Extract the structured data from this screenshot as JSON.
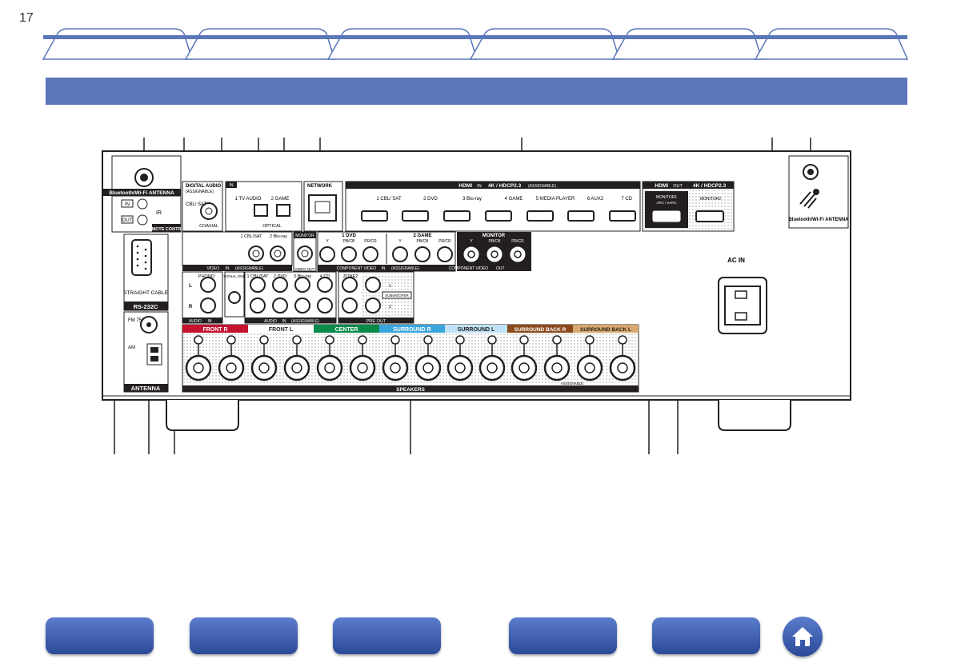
{
  "page": {
    "number": "17"
  },
  "tabs": [
    "",
    "",
    "",
    "",
    "",
    ""
  ],
  "panel": {
    "digital_audio": {
      "title": "DIGITAL AUDIO",
      "sub": "(ASSIGNABLE)",
      "coaxial_label": "CBL/ SAT",
      "coaxial": "COAXIAL",
      "in": "IN",
      "optical1": "1 TV AUDIO",
      "optical2": "2 GAME",
      "optical": "OPTICAL"
    },
    "network": "NETWORK",
    "hdmi_in": {
      "title": "HDMI",
      "in": "IN",
      "spec": "4K / HDCP2.3",
      "assignable": "(ASSIGNABLE)",
      "ports": [
        "1 CBL/ SAT",
        "2 DVD",
        "3 Blu-ray",
        "4 GAME",
        "5 MEDIA PLAYER",
        "6 AUX2",
        "7 CD"
      ]
    },
    "hdmi_out": {
      "title": "HDMI",
      "out": "OUT",
      "spec": "4K / HDCP2.3",
      "monitor1": "MONITOR1",
      "arc": "ARC / eARC",
      "monitor2": "MONITOR2"
    },
    "bt_left": "Bluetooth/Wi-Fi ANTENNA",
    "bt_right": "Bluetooth/Wi-Fi ANTENNA",
    "ir": {
      "in": "IN",
      "out": "OUT",
      "ir": "IR",
      "label": "REMOTE CONTROL"
    },
    "rs232c": {
      "straight": "STRAIGHT CABLE",
      "label": "RS-232C"
    },
    "antenna": {
      "fm": "FM 75Ω",
      "am": "AM",
      "label": "ANTENNA"
    },
    "video_in": {
      "c1": "1 CBL/SAT",
      "c2": "2 Blu-ray",
      "monitor": "MONITOR",
      "label": "VIDEO",
      "in": "IN",
      "assignable": "(ASSIGNABLE)",
      "out": "VIDEO OUT"
    },
    "component": {
      "g1": "1 DVD",
      "g2": "2 GAME",
      "y": "Y",
      "pb": "PB/CB",
      "pr": "PR/CR",
      "label": "COMPONENT VIDEO",
      "in": "IN",
      "assignable": "(ASSIGNABLE)",
      "monitor": "MONITOR",
      "monitor_label": "COMPONENT VIDEO",
      "out": "OUT"
    },
    "audio_in": {
      "phono": "PHONO",
      "signal_gnd": "SIGNAL GND",
      "label": "AUDIO",
      "in": "IN",
      "l": "L",
      "r": "R",
      "c1": "1 CBL/SAT",
      "c2": "2 DVD",
      "c3": "3 Blu-ray",
      "c4": "4 CD",
      "assignable": "(ASSIGNABLE)"
    },
    "pre_out": {
      "zone2": "ZONE2",
      "subwoofer": "SUBWOOFER",
      "label": "PRE OUT",
      "n1": "1",
      "n2": "2"
    },
    "speakers": {
      "label": "SPEAKERS",
      "assignable": "ASSIGNABLE",
      "channels": [
        {
          "name": "FRONT R",
          "color": "#c4122f"
        },
        {
          "name": "FRONT L",
          "color": "#ffffff"
        },
        {
          "name": "CENTER",
          "color": "#0a8a4a"
        },
        {
          "name": "SURROUND R",
          "color": "#3aa6dc"
        },
        {
          "name": "SURROUND L",
          "color": "#bfe2f5"
        },
        {
          "name": "SURROUND BACK R",
          "color": "#8a4a1c"
        },
        {
          "name": "SURROUND BACK L",
          "color": "#d8a96c"
        }
      ]
    },
    "ac_in": "AC IN"
  },
  "colors": {
    "accent": "#5b77b9",
    "panel_dark": "#231f20"
  }
}
